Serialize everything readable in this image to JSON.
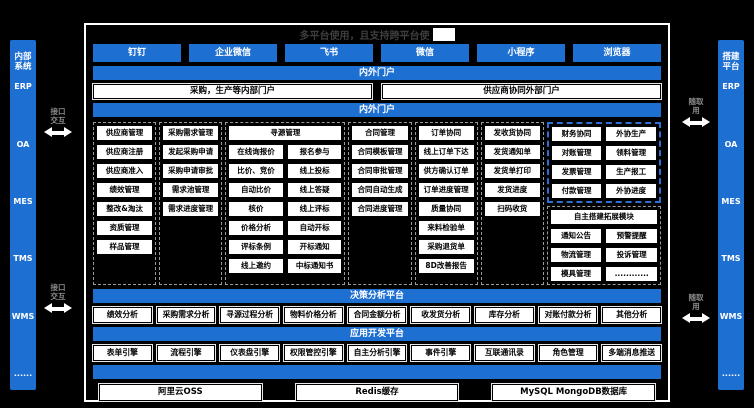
{
  "title": {
    "text": "多平台使用，且支持跨平台使"
  },
  "channels": [
    "钉钉",
    "企业微信",
    "飞书",
    "微信",
    "小程序",
    "浏览器"
  ],
  "portal_bar": "内外门户",
  "portals": [
    "采购，生产等内部门户",
    "供应商协同外部门户"
  ],
  "inner_bar": "内外门户",
  "grid": {
    "columns": [
      {
        "name": "supplier-mgmt",
        "span": 1,
        "header": "供应商管理",
        "cells": [
          "供应商注册",
          "供应商准入",
          "绩效管理",
          "整改&淘汰",
          "资质管理",
          "样品管理"
        ]
      },
      {
        "name": "demand-mgmt",
        "span": 1,
        "header": "采购需求管理",
        "cells": [
          "发起采购申请",
          "采购申请审批",
          "需求池管理",
          "需求进度管理"
        ]
      },
      {
        "name": "sourcing-mgmt",
        "span": 2,
        "header": "寻源管理",
        "pairs": [
          [
            "在线询报价",
            "报名参与"
          ],
          [
            "比价、竞价",
            "线上投标"
          ],
          [
            "自动比价",
            "线上答疑"
          ],
          [
            "核价",
            "线上评标"
          ],
          [
            "价格分析",
            "自动开标"
          ],
          [
            "评标条例",
            "开标通知"
          ],
          [
            "线上邀约",
            "中标通知书"
          ]
        ]
      },
      {
        "name": "contract-mgmt",
        "span": 1,
        "header": "合同管理",
        "cells": [
          "合同模板管理",
          "合同审批管理",
          "合同自动生成",
          "合同进度管理"
        ]
      },
      {
        "name": "order-collab",
        "span": 1,
        "header": "订单协同",
        "cells": [
          "线上订单下达",
          "供方确认订单",
          "订单进度管理",
          "质量协同",
          "来料检验单",
          "采购退货单",
          "8D改善报告"
        ]
      },
      {
        "name": "shipping-collab",
        "span": 1,
        "header": "发收货协同",
        "cells": [
          "发货通知单",
          "发货单打印",
          "发货进度",
          "扫码收货"
        ]
      }
    ],
    "finance_outsource_group": {
      "columns": [
        {
          "name": "finance-collab",
          "header": "财务协同",
          "cells": [
            "对账管理",
            "发票管理",
            "付款管理"
          ]
        },
        {
          "name": "outsource-production",
          "header": "外协生产",
          "cells": [
            "领料管理",
            "生产报工",
            "外协进度"
          ]
        }
      ]
    },
    "extension_group": {
      "header": "自主搭建拓展模块",
      "pairs": [
        [
          "通知公告",
          "预警提醒"
        ],
        [
          "物流管理",
          "投诉管理"
        ],
        [
          "模具管理",
          "............"
        ]
      ]
    }
  },
  "analysis": {
    "header": "决策分析平台",
    "items": [
      "绩效分析",
      "采购需求分析",
      "寻源过程分析",
      "物料价格分析",
      "合同金额分析",
      "收发货分析",
      "库存分析",
      "对账付款分析",
      "其他分析"
    ]
  },
  "dev": {
    "header": "应用开发平台",
    "items": [
      "表单引擎",
      "流程引擎",
      "仪表盘引擎",
      "权限管控引擎",
      "自主分析引擎",
      "事件引擎",
      "互联通讯录",
      "角色管理",
      "多端消息推送"
    ]
  },
  "infra": {
    "items": [
      "阿里云OSS",
      "Redis缓存",
      "MySQL MongoDB数据库"
    ]
  },
  "left_sidebar": {
    "header": "内部系统",
    "items": [
      "ERP",
      "OA",
      "MES",
      "TMS",
      "WMS",
      "......"
    ]
  },
  "right_sidebar": {
    "header": "搭建平台",
    "items": [
      "ERP",
      "OA",
      "MES",
      "TMS",
      "WMS",
      "......"
    ]
  },
  "connectors": {
    "left_label": "接口 交互",
    "right_label": "随取 用"
  },
  "colors": {
    "accent": "#1E6FD2",
    "group_dash_blue": "#2E6FD6",
    "cell_bg": "#FFFFFF",
    "canvas": "#000000"
  }
}
